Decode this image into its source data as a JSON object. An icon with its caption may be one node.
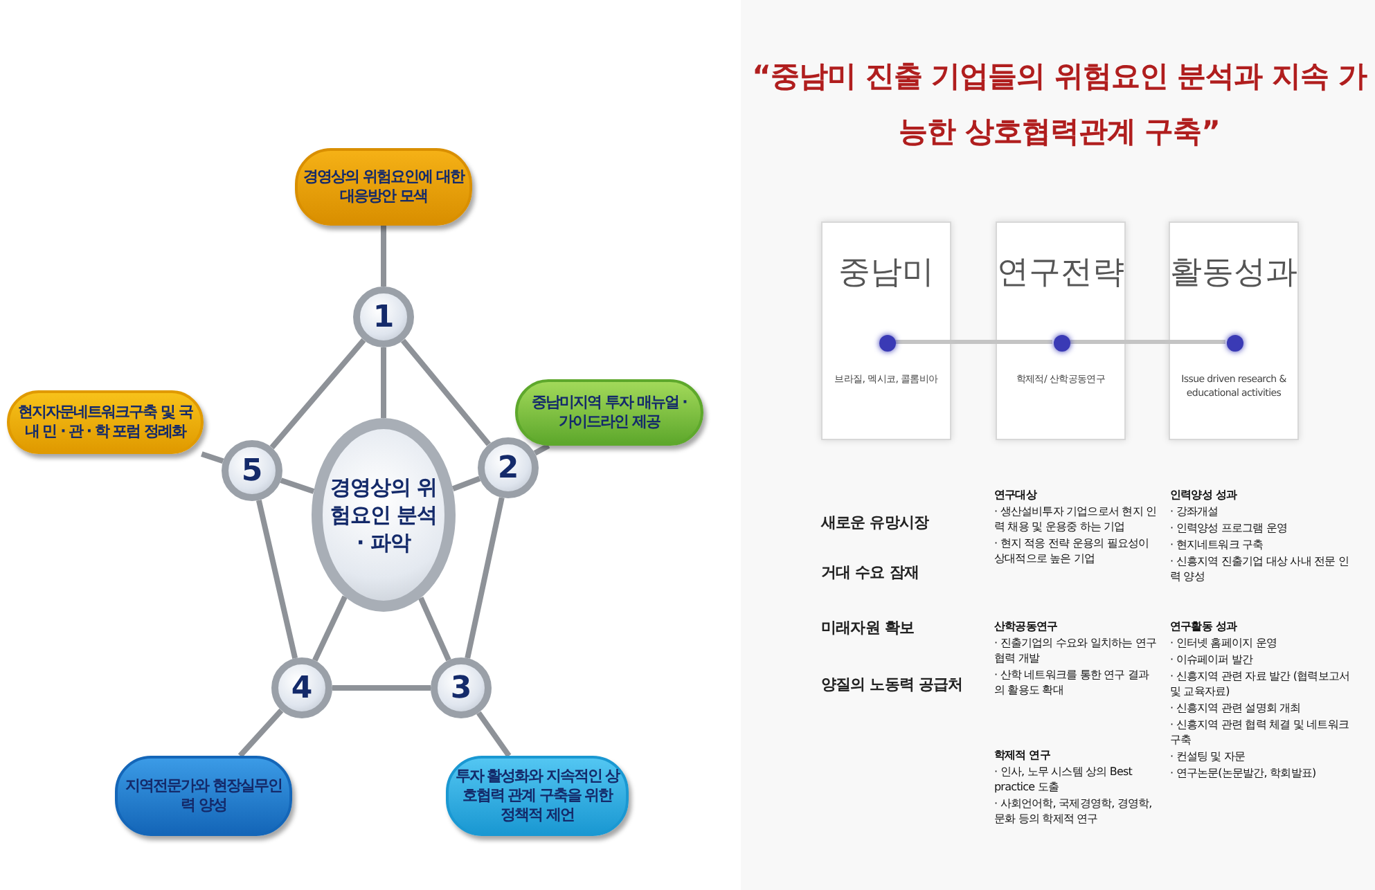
{
  "diagram": {
    "title": "“중남미 진출 기업들의 위험요인 분석과 지속 가능한 상호협력관계 구축”",
    "nodes": [
      {
        "text": [
          "경영상의 위험요인에 대한 대응방안 모색"
        ]
      },
      {
        "text": [
          "1"
        ]
      },
      {
        "text": [
          "현지자문네트워크구축 및 국내 민 · 관 · 학 포럼 정례화"
        ]
      },
      {
        "text": [
          "5"
        ]
      },
      {
        "text": [
          "경영상의 위험요인 분석 · 파악"
        ]
      },
      {
        "text": [
          "2"
        ]
      },
      {
        "text": [
          "중남미지역 투자 매뉴얼 · 가이드라인 제공"
        ]
      },
      {
        "text": [
          "4"
        ]
      },
      {
        "text": [
          "3"
        ]
      },
      {
        "text": [
          "지역전문가와 현장실무인력 양성"
        ]
      },
      {
        "text": [
          "투자 활성화와 지속적인 상호협력 관계 구축을 위한 정책적 제언"
        ]
      },
      {
        "text": [
          "중남미",
          "브라질, 멕시코, 콜롬비아"
        ]
      },
      {
        "text": [
          "연구전략",
          "학제적/ 산학공동연구"
        ]
      },
      {
        "text": [
          "활동성과",
          "Issue driven research & educational activities"
        ]
      },
      {
        "text": [],
        "shape": "circle",
        "in": 11
      },
      {
        "text": [],
        "shape": "circle",
        "in": 12
      },
      {
        "text": [],
        "shape": "circle",
        "in": 13
      }
    ],
    "edges": [
      {
        "from": 0,
        "to": 1,
        "arrow": "none"
      },
      {
        "from": 2,
        "to": 3,
        "arrow": "none"
      },
      {
        "from": 6,
        "to": 5,
        "arrow": "none"
      },
      {
        "from": 9,
        "to": 7,
        "arrow": "none"
      },
      {
        "from": 10,
        "to": 8,
        "arrow": "none"
      },
      {
        "from": 1,
        "to": 5,
        "arrow": "none"
      },
      {
        "from": 5,
        "to": 8,
        "arrow": "none"
      },
      {
        "from": 8,
        "to": 7,
        "arrow": "none"
      },
      {
        "from": 7,
        "to": 3,
        "arrow": "none"
      },
      {
        "from": 3,
        "to": 1,
        "arrow": "none"
      },
      {
        "from": 4,
        "to": 1,
        "arrow": "none"
      },
      {
        "from": 4,
        "to": 5,
        "arrow": "none"
      },
      {
        "from": 4,
        "to": 8,
        "arrow": "none"
      },
      {
        "from": 4,
        "to": 7,
        "arrow": "none"
      },
      {
        "from": 4,
        "to": 3,
        "arrow": "none"
      },
      {
        "from": 14,
        "to": 15,
        "arrow": "none"
      },
      {
        "from": 15,
        "to": 16,
        "arrow": "none"
      }
    ],
    "labels": [
      "새로운 유망시장",
      "거대 수요 잠재",
      "미래자원 확보",
      "양질의 노동력 공급처",
      "연구대상",
      "· 생산설비투자 기업으로서 현지 인력 채용 및 운용중 하는 기업",
      "· 현지 적응 전략 운용의 필요성이 상대적으로 높은 기업",
      "산학공동연구",
      "· 진출기업의 수요와 일치하는 연구협력 개발",
      "· 산학 네트워크를 통한 연구 결과의 활용도 확대",
      "학제적 연구",
      "· 인사, 노무 시스템 상의 Best practice 도출",
      "· 사회언어학, 국제경영학, 경영학, 문화 등의 학제적 연구",
      "인력양성 성과",
      "· 강좌개설",
      "· 인력양성 프로그램 운영",
      "· 현지네트워크 구축",
      "· 신흥지역 진출기업 대상 사내 전문 인력 양성",
      "연구활동 성과",
      "· 인터넷 홈페이지 운영",
      "· 이슈페이퍼 발간",
      "· 신흥지역 관련 자료 발간 (협력보고서 및 교육자료)",
      "· 신흥지역 관련 설명회 개최",
      "· 신흥지역 관련 협력 체결 및 네트워크 구축",
      "· 컨설팅 및 자문",
      "· 연구논문(논문발간, 학회발표)"
    ]
  }
}
